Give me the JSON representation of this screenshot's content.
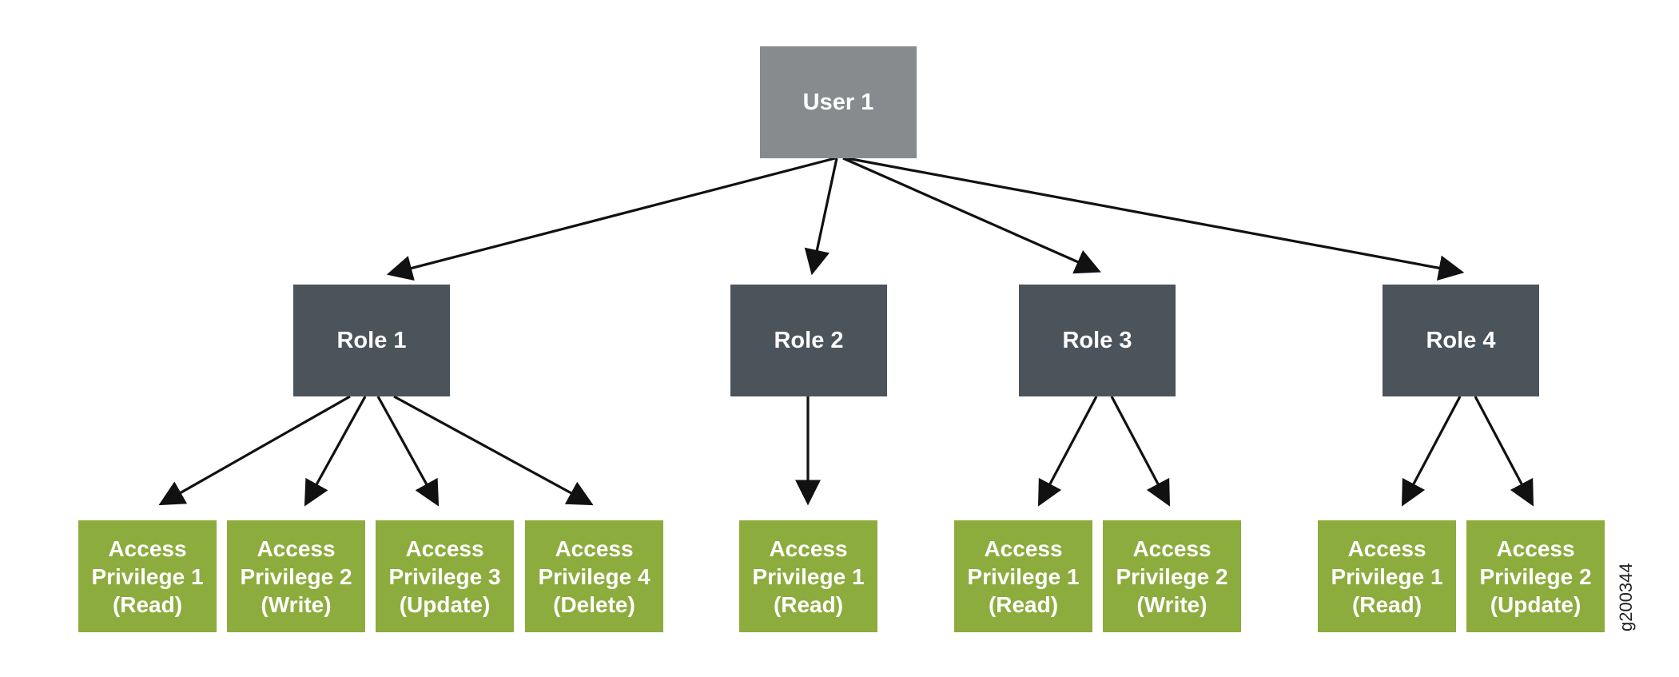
{
  "user": {
    "label": "User 1"
  },
  "roles": [
    {
      "label": "Role 1"
    },
    {
      "label": "Role 2"
    },
    {
      "label": "Role 3"
    },
    {
      "label": "Role 4"
    }
  ],
  "privileges": [
    {
      "role": 1,
      "line1": "Access",
      "line2": "Privilege 1",
      "line3": "(Read)"
    },
    {
      "role": 1,
      "line1": "Access",
      "line2": "Privilege 2",
      "line3": "(Write)"
    },
    {
      "role": 1,
      "line1": "Access",
      "line2": "Privilege 3",
      "line3": "(Update)"
    },
    {
      "role": 1,
      "line1": "Access",
      "line2": "Privilege 4",
      "line3": "(Delete)"
    },
    {
      "role": 2,
      "line1": "Access",
      "line2": "Privilege 1",
      "line3": "(Read)"
    },
    {
      "role": 3,
      "line1": "Access",
      "line2": "Privilege 1",
      "line3": "(Read)"
    },
    {
      "role": 3,
      "line1": "Access",
      "line2": "Privilege 2",
      "line3": "(Write)"
    },
    {
      "role": 4,
      "line1": "Access",
      "line2": "Privilege 1",
      "line3": "(Read)"
    },
    {
      "role": 4,
      "line1": "Access",
      "line2": "Privilege 2",
      "line3": "(Update)"
    }
  ],
  "figure_id": "g200344",
  "colors": {
    "user_box": "#878b8e",
    "role_box": "#4b535b",
    "privilege_box": "#8dac3e",
    "arrow": "#111111",
    "text": "#ffffff"
  }
}
